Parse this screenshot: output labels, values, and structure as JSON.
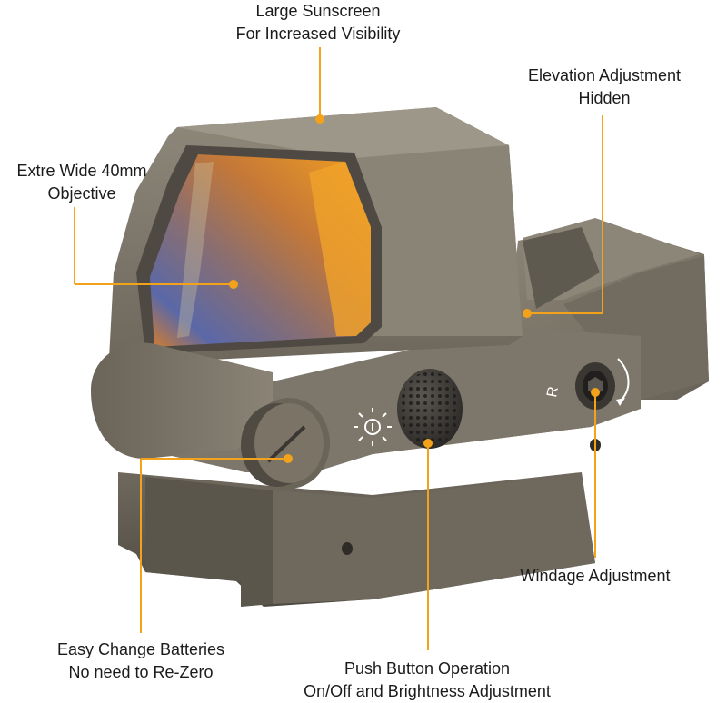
{
  "labels": {
    "sunscreen": {
      "line1": "Large Sunscreen",
      "line2": "For Increased Visibility"
    },
    "elevation": {
      "line1": "Elevation Adjustment",
      "line2": "Hidden"
    },
    "objective": {
      "line1": "Extre Wide 40mm",
      "line2": "Objective"
    },
    "windage": {
      "line1": "Windage Adjustment"
    },
    "batteries": {
      "line1": "Easy Change Batteries",
      "line2": "No need to Re-Zero"
    },
    "pushbutton": {
      "line1": "Push Button Operation",
      "line2": "On/Off and Brightness Adjustment"
    }
  },
  "engravings": {
    "windage_mark": "R"
  },
  "icons": {
    "brightness": "sun-icon"
  },
  "colors": {
    "callout": "#f2a21b",
    "body": "#7d7668",
    "lens": "#e88a1c"
  }
}
